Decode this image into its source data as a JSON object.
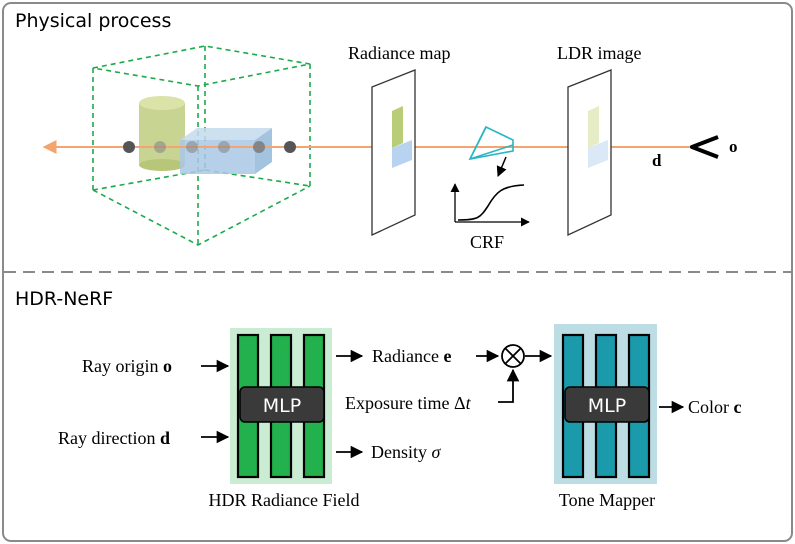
{
  "sections": {
    "physical_title": "Physical process",
    "hdr_title": "HDR-NeRF"
  },
  "physical": {
    "radiance_map_label": "Radiance map",
    "ldr_image_label": "LDR image",
    "crf_label": "CRF",
    "direction_symbol": "d",
    "origin_symbol": "o"
  },
  "pipeline": {
    "ray_origin_text": "Ray origin ",
    "ray_origin_symbol": "o",
    "ray_direction_text": "Ray direction ",
    "ray_direction_symbol": "d",
    "mlp1_label": "MLP",
    "mlp2_label": "MLP",
    "radiance_text": "Radiance ",
    "radiance_symbol": "e",
    "exposure_text": "Exposure time Δ",
    "exposure_symbol": "t",
    "density_text": "Density ",
    "density_symbol": "σ",
    "color_text": "Color ",
    "color_symbol": "c",
    "field_caption": "HDR Radiance Field",
    "tone_mapper_caption": "Tone Mapper"
  },
  "colors": {
    "ray": "#f4a46e",
    "cube_dash": "#1daa4a",
    "field_bg": "#c9ecd3",
    "field_bar": "#22b14c",
    "mapper_bg": "#bcdde3",
    "mapper_bar": "#1a9aaa",
    "mlp_box": "#3a3a3a",
    "camera": "#2bb5c4"
  }
}
